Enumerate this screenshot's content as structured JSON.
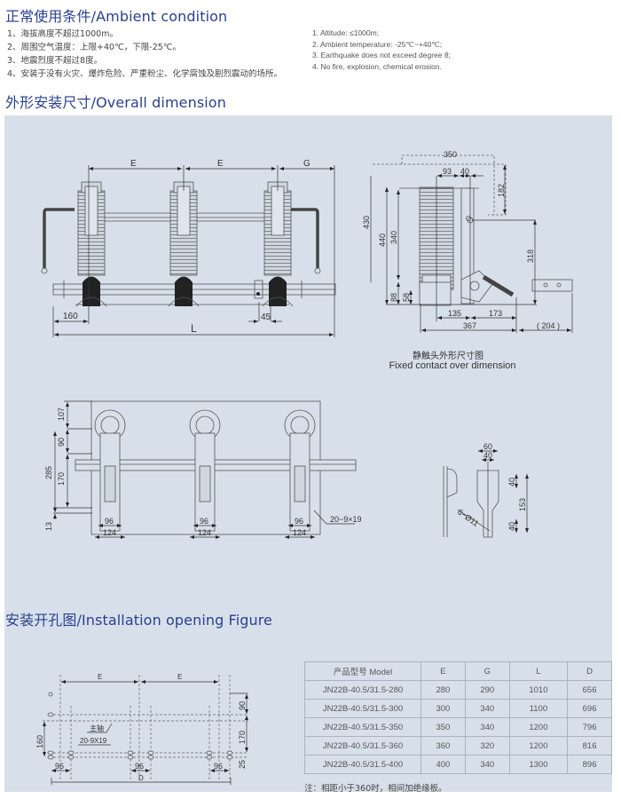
{
  "sections": {
    "ambient_title": "正常使用条件/Ambient condition",
    "overall_title": "外形安装尺寸/Overall dimension",
    "install_title": "安装开孔图/Installation opening Figure"
  },
  "ambient_cn": [
    "1、海拔高度不超过1000m。",
    "2、周围空气温度：上限+40℃，下限-25℃。",
    "3、地震烈度不超过8度。",
    "4、安装于没有火灾、爆炸危险、严重粉尘、化学腐蚀及剧烈震动的场所。"
  ],
  "ambient_en": [
    "1. Altitude: ≤1000m;",
    "2. Ambient temperature: -25℃~+40℃;",
    "3. Earthquake does not exceed degree 8;",
    "4. No fire, explosion, chemical erosion."
  ],
  "front_view": {
    "labels": {
      "E1": "E",
      "E2": "E",
      "G": "G",
      "L": "L",
      "d160": "160",
      "d45": "45"
    }
  },
  "fixed_contact": {
    "caption_cn": "静触头外形尺寸图",
    "caption_en": "Fixed contact over dimension",
    "labels": {
      "d350": "350",
      "d93": "93",
      "d40": "40",
      "d182": "182",
      "d430": "430",
      "d440": "440",
      "d340": "340",
      "d318": "318",
      "d88": "88",
      "d58": "58",
      "d135": "135",
      "d173": "173",
      "d367": "367",
      "d204": "( 204 )"
    }
  },
  "top_view": {
    "labels": {
      "d107": "107",
      "d90": "90",
      "d285": "285",
      "d170": "170",
      "d13": "13",
      "d96": "96",
      "d124": "124",
      "holes": "20−9×19"
    }
  },
  "bracket": {
    "labels": {
      "d60": "60",
      "d40a": "40",
      "d40b": "40",
      "d40c": "40",
      "d153": "153",
      "holes": "6−Ø11"
    }
  },
  "installation": {
    "labels": {
      "E1": "E",
      "E2": "E",
      "d90": "90",
      "d170": "170",
      "d160": "160",
      "d25": "25",
      "d96": "96",
      "D": "D",
      "shaft": "主轴",
      "holes": "20-9X19"
    }
  },
  "spec_table": {
    "headers": [
      "产品型号 Model",
      "E",
      "G",
      "L",
      "D"
    ],
    "rows": [
      [
        "JN22B-40.5/31.5-280",
        "280",
        "290",
        "1010",
        "656"
      ],
      [
        "JN22B-40.5/31.5-300",
        "300",
        "340",
        "1100",
        "696"
      ],
      [
        "JN22B-40.5/31.5-350",
        "350",
        "340",
        "1200",
        "796"
      ],
      [
        "JN22B-40.5/31.5-360",
        "360",
        "320",
        "1200",
        "816"
      ],
      [
        "JN22B-40.5/31.5-400",
        "400",
        "340",
        "1300",
        "896"
      ]
    ],
    "note": "注：相距小于360时，相间加绝缘板。"
  }
}
